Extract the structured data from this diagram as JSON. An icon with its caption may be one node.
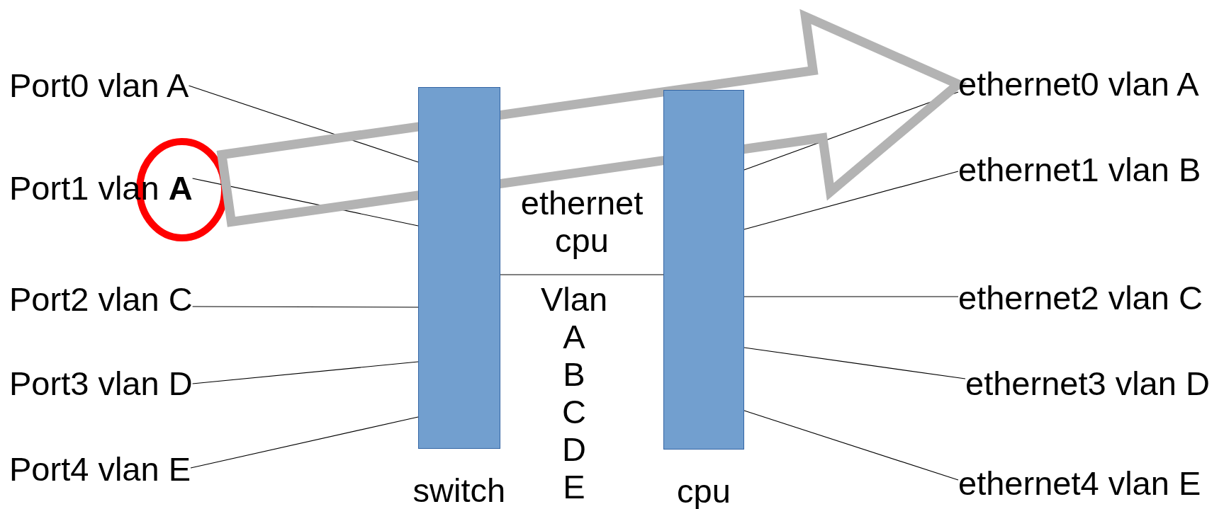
{
  "diagram": {
    "nodes": [
      {
        "text": [
          "Port0 vlan A"
        ]
      },
      {
        "text": [
          "Port1 vlan **A**"
        ]
      },
      {
        "text": [
          "Port2 vlan C"
        ]
      },
      {
        "text": [
          "Port3 vlan D"
        ]
      },
      {
        "text": [
          "Port4 vlan E"
        ]
      },
      {
        "text": [
          "switch"
        ]
      },
      {
        "text": [
          "cpu"
        ]
      },
      {
        "text": [
          "ethernet0 vlan A"
        ]
      },
      {
        "text": [
          "ethernet1 vlan B"
        ]
      },
      {
        "text": [
          "ethernet2 vlan C"
        ]
      },
      {
        "text": [
          "ethernet3 vlan D"
        ]
      },
      {
        "text": [
          "ethernet4 vlan E"
        ]
      }
    ],
    "edges": [
      {
        "from": 0,
        "to": 5,
        "arrow": "none"
      },
      {
        "from": 1,
        "to": 5,
        "arrow": "none"
      },
      {
        "from": 2,
        "to": 5,
        "arrow": "none"
      },
      {
        "from": 3,
        "to": 5,
        "arrow": "none"
      },
      {
        "from": 4,
        "to": 5,
        "arrow": "none"
      },
      {
        "from": 5,
        "to": 6,
        "arrow": "none",
        "label": "ethernet cpu"
      },
      {
        "from": 6,
        "to": 7,
        "arrow": "none"
      },
      {
        "from": 6,
        "to": 8,
        "arrow": "none"
      },
      {
        "from": 6,
        "to": 9,
        "arrow": "none"
      },
      {
        "from": 6,
        "to": 10,
        "arrow": "none"
      },
      {
        "from": 6,
        "to": 11,
        "arrow": "none"
      },
      {
        "from": 1,
        "to": 7,
        "arrow": "to",
        "style": "thick",
        "color": "#b3b3b3"
      }
    ],
    "labels": [
      "Vlan A B C D E"
    ]
  }
}
